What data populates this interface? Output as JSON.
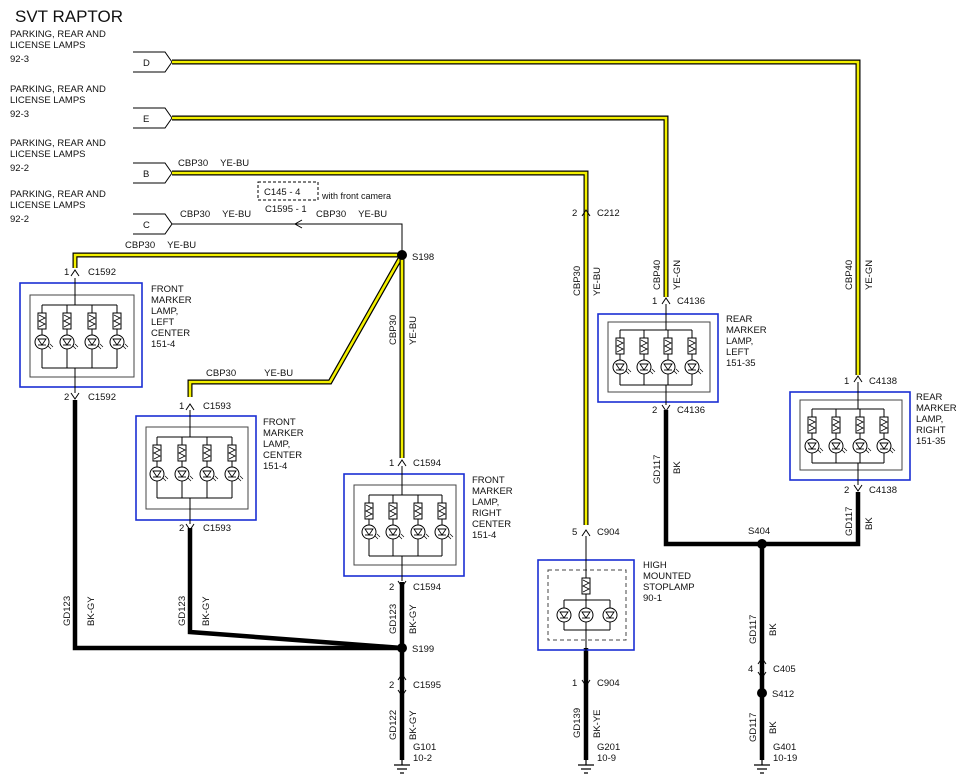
{
  "title": "SVT RAPTOR",
  "sources": [
    {
      "line1": "PARKING, REAR AND",
      "line2": "LICENSE LAMPS",
      "ref": "92-3",
      "pin": "D"
    },
    {
      "line1": "PARKING, REAR AND",
      "line2": "LICENSE LAMPS",
      "ref": "92-3",
      "pin": "E"
    },
    {
      "line1": "PARKING, REAR AND",
      "line2": "LICENSE LAMPS",
      "ref": "92-2",
      "pin": "B"
    },
    {
      "line1": "PARKING, REAR AND",
      "line2": "LICENSE LAMPS",
      "ref": "92-2",
      "pin": "C"
    }
  ],
  "wires": {
    "cbp30": "CBP30",
    "cbp40": "CBP40",
    "yebu": "YE-BU",
    "yegn": "YE-GN",
    "gd123": "GD123",
    "bkgy": "BK-GY",
    "gd117": "GD117",
    "bk": "BK",
    "gd139": "GD139",
    "bkye": "BK-YE",
    "gd122": "GD122"
  },
  "optional": {
    "conn1": "C145 - 4",
    "conn2": "C1595 - 1",
    "note": "with front camera"
  },
  "splices": {
    "s198": "S198",
    "s199": "S199",
    "s404": "S404",
    "s412": "S412"
  },
  "connectors": {
    "c1592": "C1592",
    "c1593": "C1593",
    "c1594": "C1594",
    "c1595": "C1595",
    "c212": "C212",
    "c904": "C904",
    "c4136": "C4136",
    "c4138": "C4138",
    "c405": "C405"
  },
  "pins": {
    "p1": "1",
    "p2": "2",
    "p4": "4",
    "p5": "5"
  },
  "lamps": {
    "front_left": {
      "l1": "FRONT",
      "l2": "MARKER",
      "l3": "LAMP,",
      "l4": "LEFT",
      "l5": "CENTER",
      "ref": "151-4"
    },
    "front_center": {
      "l1": "FRONT",
      "l2": "MARKER",
      "l3": "LAMP,",
      "l4": "CENTER",
      "ref": "151-4"
    },
    "front_right": {
      "l1": "FRONT",
      "l2": "MARKER",
      "l3": "LAMP,",
      "l4": "RIGHT",
      "l5": "CENTER",
      "ref": "151-4"
    },
    "high_mount": {
      "l1": "HIGH",
      "l2": "MOUNTED",
      "l3": "STOPLAMP",
      "ref": "90-1"
    },
    "rear_left": {
      "l1": "REAR",
      "l2": "MARKER",
      "l3": "LAMP,",
      "l4": "LEFT",
      "ref": "151-35"
    },
    "rear_right": {
      "l1": "REAR",
      "l2": "MARKER",
      "l3": "LAMP,",
      "l4": "RIGHT",
      "ref": "151-35"
    }
  },
  "grounds": {
    "g101": {
      "name": "G101",
      "ref": "10-2"
    },
    "g201": {
      "name": "G201",
      "ref": "10-9"
    },
    "g401": {
      "name": "G401",
      "ref": "10-19"
    }
  }
}
